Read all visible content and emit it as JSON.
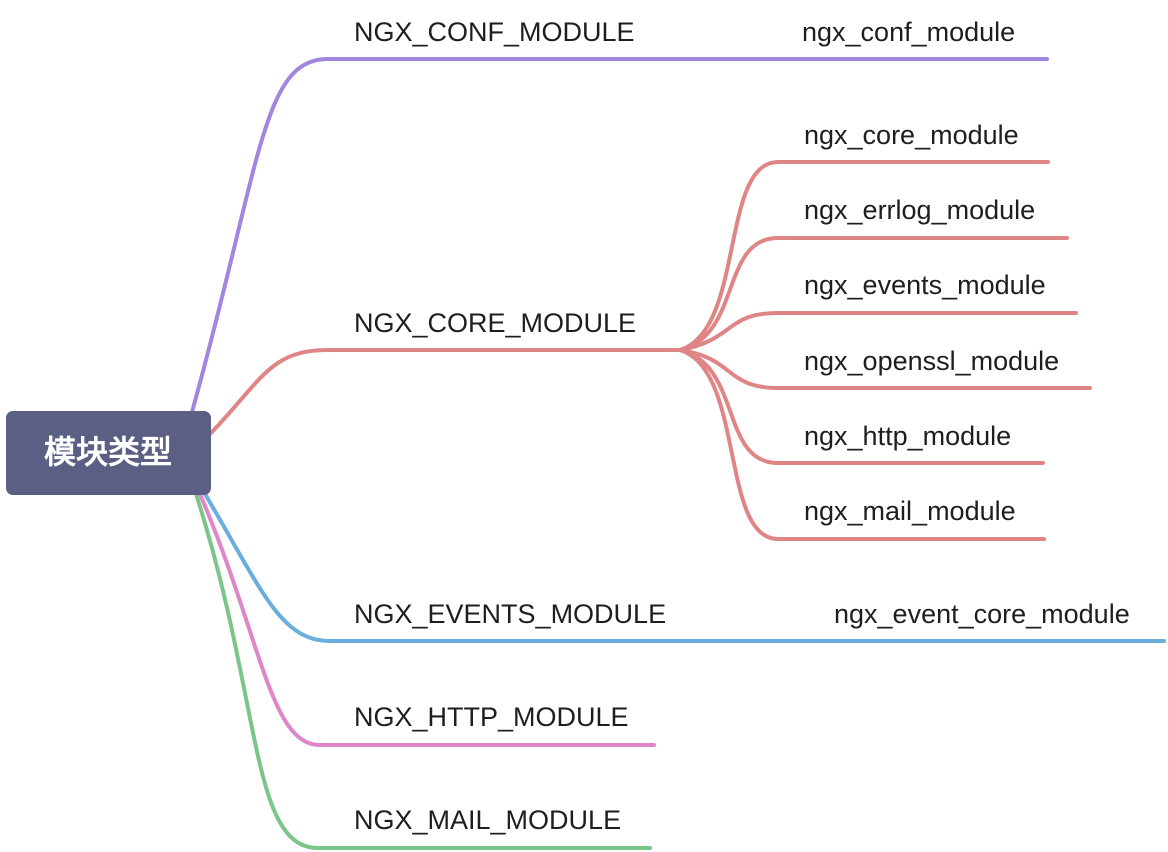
{
  "root": {
    "label": "模块类型",
    "fill": "#5a5f83"
  },
  "branches": [
    {
      "key": "conf",
      "label": "NGX_CONF_MODULE",
      "color": "#a285df",
      "children": [
        "ngx_conf_module"
      ]
    },
    {
      "key": "core",
      "label": "NGX_CORE_MODULE",
      "color": "#e08585",
      "children": [
        "ngx_core_module",
        "ngx_errlog_module",
        "ngx_events_module",
        "ngx_openssl_module",
        "ngx_http_module",
        "ngx_mail_module"
      ]
    },
    {
      "key": "events",
      "label": "NGX_EVENTS_MODULE",
      "color": "#6aaede",
      "children": [
        "ngx_event_core_module"
      ]
    },
    {
      "key": "http",
      "label": "NGX_HTTP_MODULE",
      "color": "#de86c8",
      "children": []
    },
    {
      "key": "mail",
      "label": "NGX_MAIL_MODULE",
      "color": "#7cc58a",
      "children": []
    }
  ]
}
